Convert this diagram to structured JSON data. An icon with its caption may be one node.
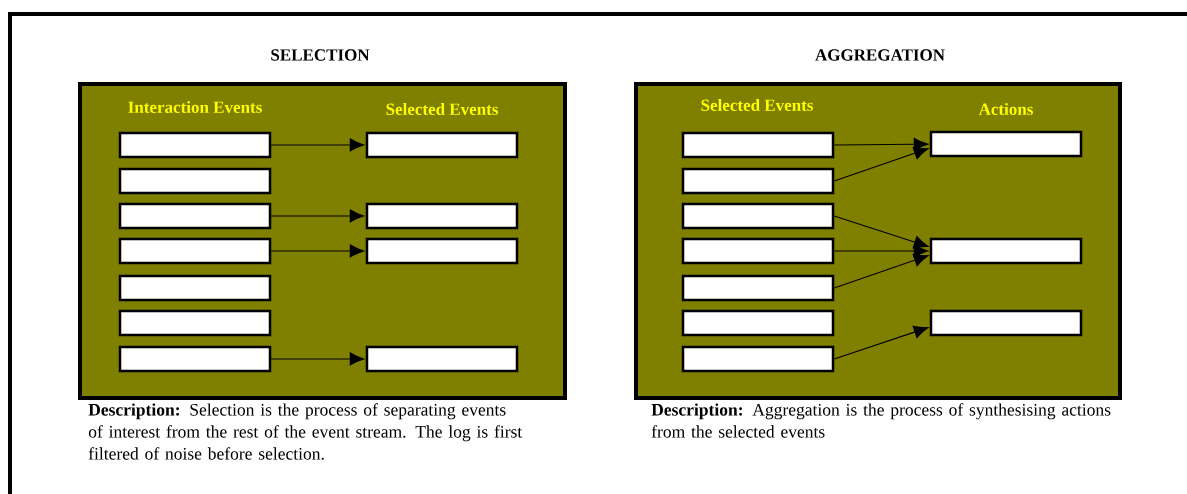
{
  "diagram": {
    "nodes": [
      {
        "text": [
          "SELECTION",
          "Interaction Events",
          "Selected Events"
        ],
        "beside": [
          "**Description:** Selection is the process of separating events of interest from the rest of the event stream. The log is first filtered of noise before selection."
        ]
      },
      {
        "text": [],
        "shape": "box",
        "in": 0
      },
      {
        "text": [],
        "shape": "box",
        "in": 0
      },
      {
        "text": [],
        "shape": "box",
        "in": 0
      },
      {
        "text": [],
        "shape": "box",
        "in": 0
      },
      {
        "text": [],
        "shape": "box",
        "in": 0
      },
      {
        "text": [],
        "shape": "box",
        "in": 0
      },
      {
        "text": [],
        "shape": "box",
        "in": 0
      },
      {
        "text": [],
        "shape": "box",
        "in": 0
      },
      {
        "text": [],
        "shape": "box",
        "in": 0
      },
      {
        "text": [],
        "shape": "box",
        "in": 0
      },
      {
        "text": [],
        "shape": "box",
        "in": 0
      },
      {
        "text": [
          "AGGREGATION",
          "Selected Events",
          "Actions"
        ],
        "beside": [
          "**Description:** Aggregation is the process of synthesising actions from the selected events"
        ]
      },
      {
        "text": [],
        "shape": "box",
        "in": 12
      },
      {
        "text": [],
        "shape": "box",
        "in": 12
      },
      {
        "text": [],
        "shape": "box",
        "in": 12
      },
      {
        "text": [],
        "shape": "box",
        "in": 12
      },
      {
        "text": [],
        "shape": "box",
        "in": 12
      },
      {
        "text": [],
        "shape": "box",
        "in": 12
      },
      {
        "text": [],
        "shape": "box",
        "in": 12
      },
      {
        "text": [],
        "shape": "box",
        "in": 12
      },
      {
        "text": [],
        "shape": "box",
        "in": 12
      },
      {
        "text": [],
        "shape": "box",
        "in": 12
      }
    ],
    "edges": [
      {
        "from": 1,
        "to": 8,
        "arrow": "to"
      },
      {
        "from": 3,
        "to": 9,
        "arrow": "to"
      },
      {
        "from": 4,
        "to": 10,
        "arrow": "to"
      },
      {
        "from": 7,
        "to": 11,
        "arrow": "to"
      },
      {
        "from": 13,
        "to": 20,
        "arrow": "to"
      },
      {
        "from": 14,
        "to": 20,
        "arrow": "to"
      },
      {
        "from": 15,
        "to": 21,
        "arrow": "to"
      },
      {
        "from": 16,
        "to": 21,
        "arrow": "to"
      },
      {
        "from": 17,
        "to": 21,
        "arrow": "to"
      },
      {
        "from": 19,
        "to": 22,
        "arrow": "to"
      }
    ]
  }
}
